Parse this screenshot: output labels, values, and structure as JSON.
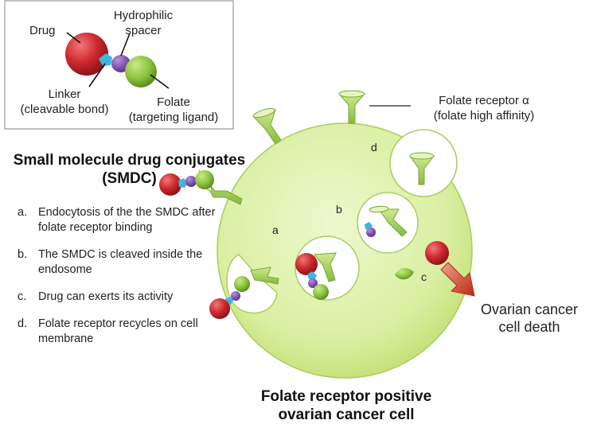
{
  "inset": {
    "drug": "Drug",
    "spacer_line1": "Hydrophilic",
    "spacer_line2": "spacer",
    "linker_line1": "Linker",
    "linker_line2": "(cleavable bond)",
    "folate_line1": "Folate",
    "folate_line2": "(targeting ligand)"
  },
  "receptor": {
    "line1": "Folate receptor α",
    "line2": "(folate high affinity)"
  },
  "smdc_title": {
    "line1": "Small molecule drug conjugates",
    "line2": "(SMDC)"
  },
  "steps": [
    {
      "key": "a.",
      "text": "Endocytosis of the the SMDC after folate receptor binding"
    },
    {
      "key": "b.",
      "text": "The SMDC is cleaved inside the endosome"
    },
    {
      "key": "c.",
      "text": "Drug can exerts its activity"
    },
    {
      "key": "d.",
      "text": "Folate receptor recycles on cell membrane"
    }
  ],
  "cell_letters": {
    "a": "a",
    "b": "b",
    "c": "c",
    "d": "d"
  },
  "death": {
    "line1": "Ovarian cancer",
    "line2": "cell death"
  },
  "cell_title": {
    "line1": "Folate receptor positive",
    "line2": "ovarian cancer cell"
  },
  "colors": {
    "drug": "#c8262c",
    "linker": "#3fb6e0",
    "spacer": "#7d4bb0",
    "folate": "#8cc43f",
    "cell": "#d9ee9e",
    "arrow": "#d84127"
  }
}
